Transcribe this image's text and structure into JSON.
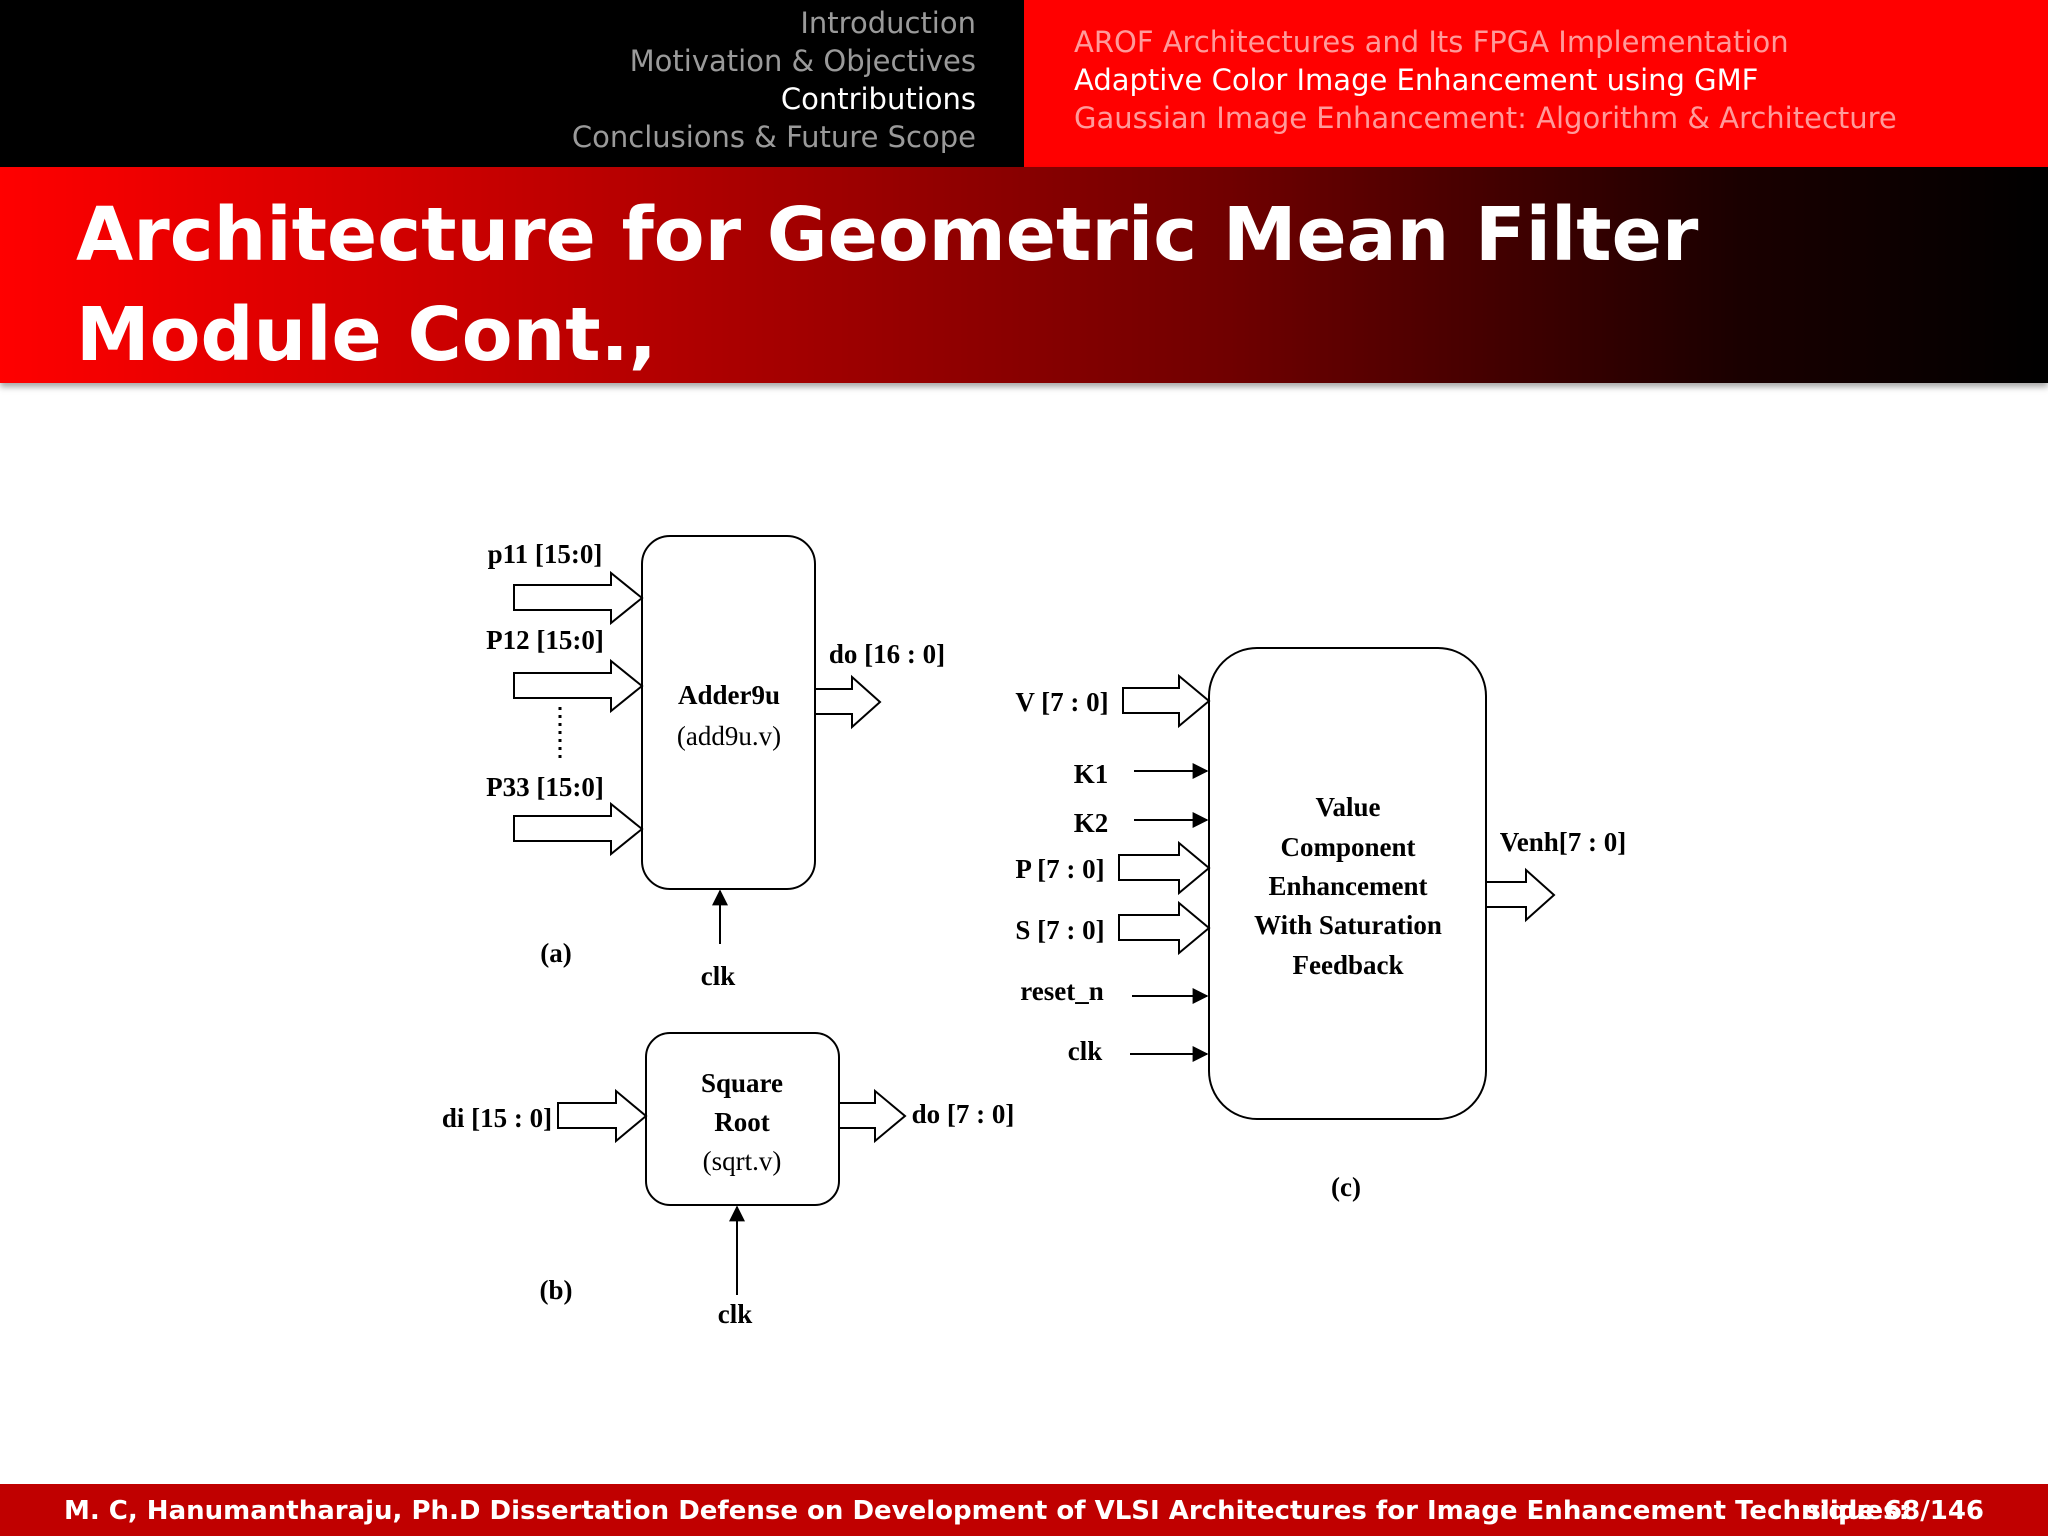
{
  "nav": {
    "sections": [
      "Introduction",
      "Motivation & Objectives",
      "Contributions",
      "Conclusions & Future Scope"
    ],
    "subsections": [
      "AROF Architectures and Its FPGA Implementation",
      "Adaptive Color Image Enhancement using GMF",
      "Gaussian Image Enhancement: Algorithm & Architecture"
    ]
  },
  "slide": {
    "title": "Architecture for Geometric Mean Filter Module Cont.,"
  },
  "diagram": {
    "a": {
      "inputs": [
        "p11 [15:0]",
        "P12 [15:0]",
        "P33 [15:0]"
      ],
      "block_name": "Adder9u",
      "block_file": "(add9u.v)",
      "output": "do [16 : 0]",
      "clk": "clk",
      "caption": "(a)"
    },
    "b": {
      "input": "di [15 : 0]",
      "block_name_1": "Square",
      "block_name_2": "Root",
      "block_file": "(sqrt.v)",
      "output": "do [7 : 0]",
      "clk": "clk",
      "caption": "(b)"
    },
    "c": {
      "inputs": [
        "V [7 : 0]",
        "K1",
        "K2",
        "P [7 : 0]",
        "S [7 : 0]",
        "reset_n",
        "clk"
      ],
      "block_lines": [
        "Value",
        "Component",
        "Enhancement",
        "With Saturation",
        "Feedback"
      ],
      "output": "Venh[7 : 0]",
      "caption": "(c)"
    }
  },
  "footer": {
    "text": "M. C, Hanumantharaju, Ph.D Dissertation Defense on Development of VLSI Architectures for Image Enhancement Techniques:",
    "slide_number": "slide 68/146"
  },
  "colors": {
    "accent": "#ff0000",
    "footer": "#c00000",
    "header_dark": "#000000"
  }
}
